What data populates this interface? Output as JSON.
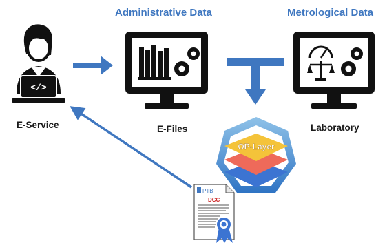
{
  "headers": {
    "administrative": "Administrative Data",
    "metrological": "Metrological Data"
  },
  "nodes": {
    "eservice": "E-Service",
    "efiles": "E-Files",
    "laboratory": "Laboratory"
  },
  "badge": {
    "label": "OP-Layer"
  },
  "document": {
    "logo": "PTB",
    "title": "DCC"
  },
  "colors": {
    "accent": "#3f77c0",
    "dark": "#111111",
    "layer_top": "#f4c33a",
    "layer_mid": "#ee6a5a",
    "layer_bottom": "#3c74d2"
  }
}
